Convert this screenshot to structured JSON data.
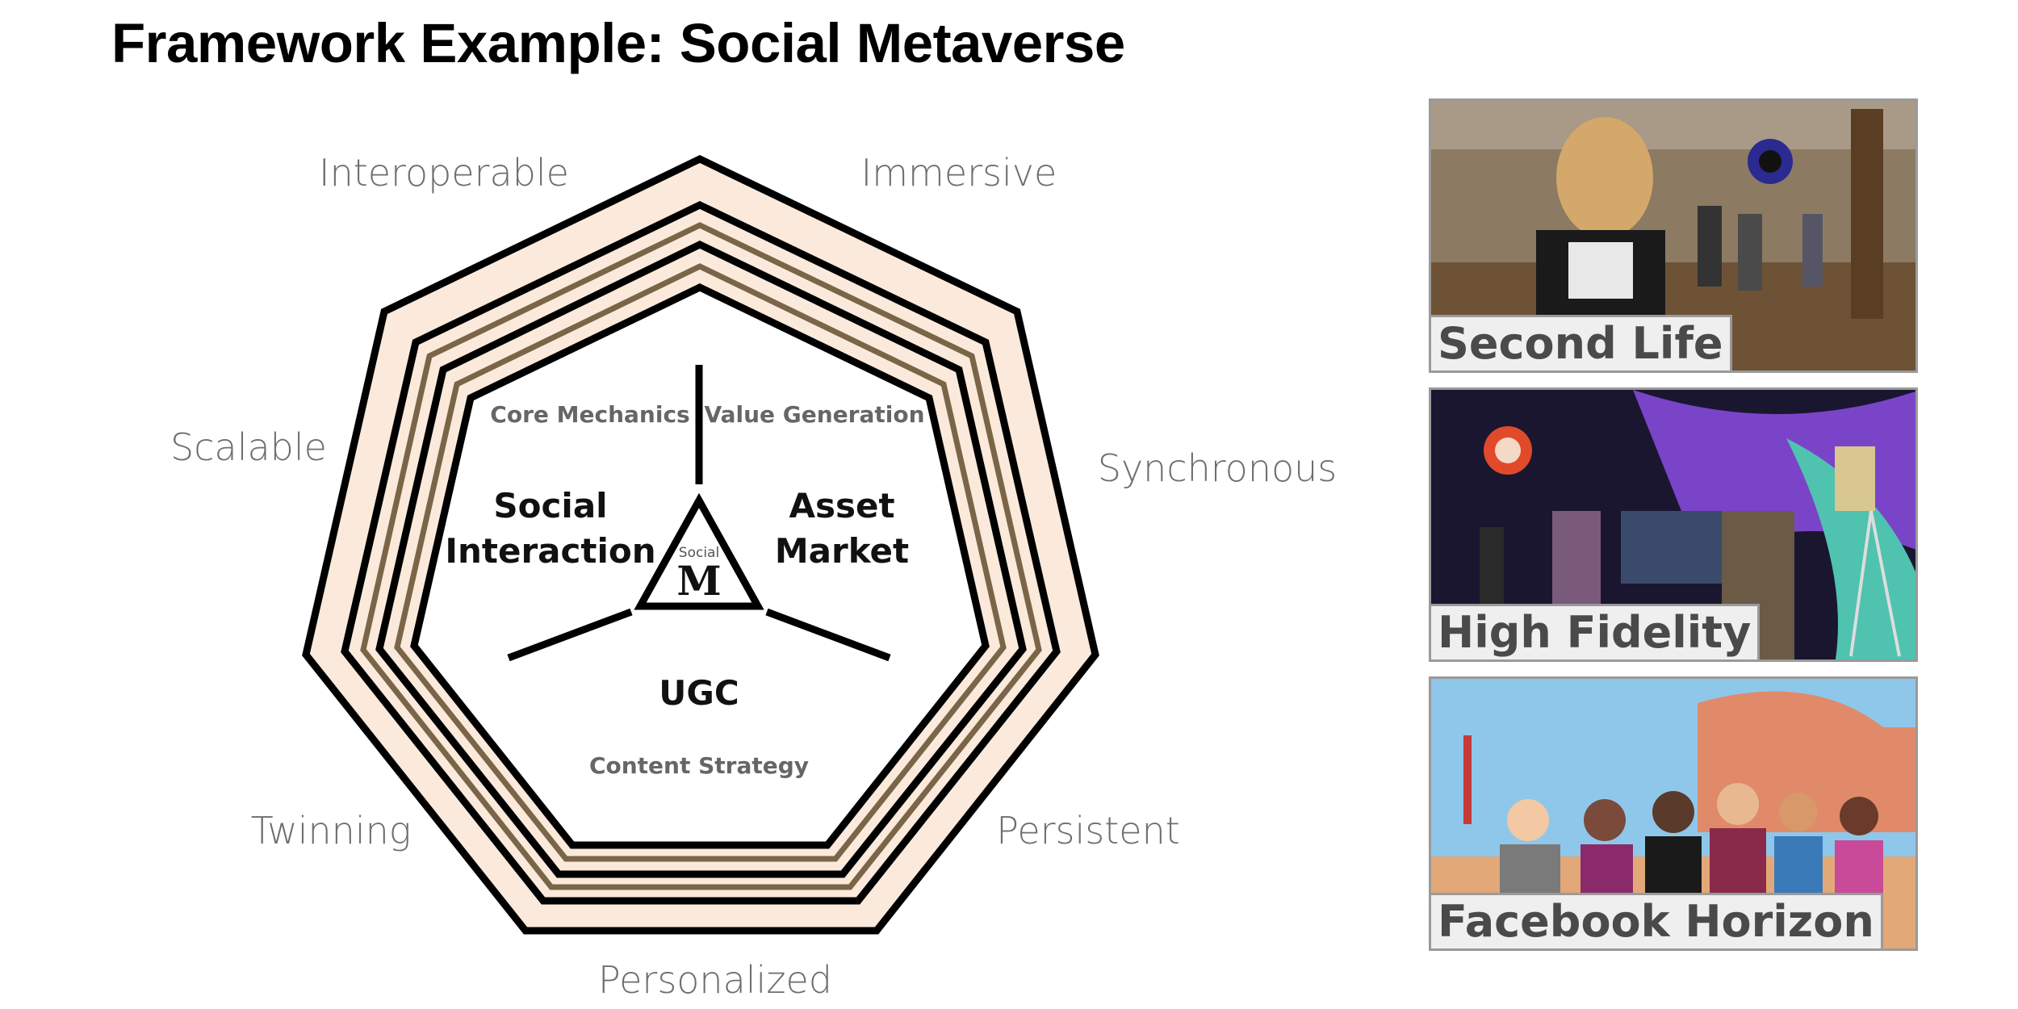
{
  "title": "Framework Example: Social Metaverse",
  "framework": {
    "axes": [
      "Immersive",
      "Synchronous",
      "Persistent",
      "Personalized",
      "Twinning",
      "Scalable",
      "Interoperable"
    ],
    "sections": [
      {
        "name": "Social Interaction",
        "line1": "Social",
        "line2": "Interaction",
        "sublabel": "Core Mechanics"
      },
      {
        "name": "Asset Market",
        "line1": "Asset",
        "line2": "Market",
        "sublabel": "Value Generation"
      },
      {
        "name": "UGC",
        "sublabel": "Content Strategy"
      }
    ],
    "logo": {
      "word": "Social",
      "glyph": "M"
    },
    "colors": {
      "fill": "#fbeadb",
      "stroke": "#000000",
      "inner_line": "#7a6548"
    }
  },
  "examples": [
    {
      "caption": "Second Life",
      "icon": "second-life-screenshot"
    },
    {
      "caption": "High Fidelity",
      "icon": "high-fidelity-screenshot"
    },
    {
      "caption": "Facebook Horizon",
      "icon": "facebook-horizon-screenshot"
    }
  ]
}
